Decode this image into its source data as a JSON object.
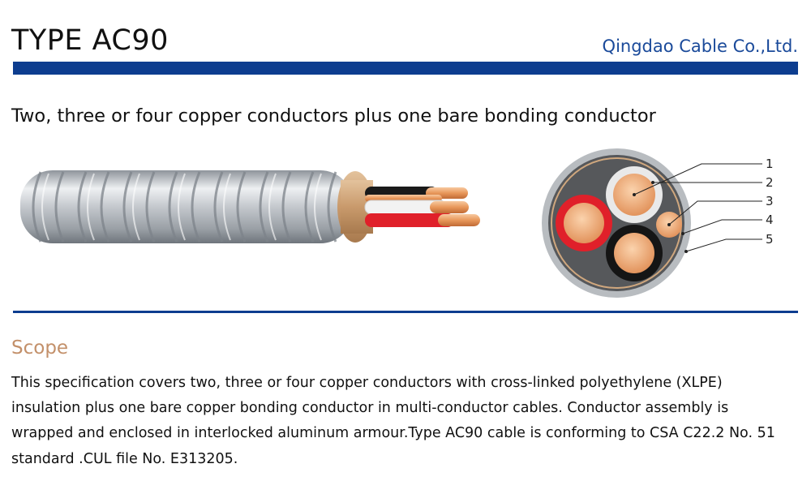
{
  "header": {
    "title": "TYPE AC90",
    "company": "Qingdao Cable Co.,Ltd."
  },
  "subtitle": "Two,  three or four copper conductors plus one bare bonding conductor",
  "diagram": {
    "labels": [
      "1",
      "2",
      "3",
      "4",
      "5"
    ],
    "colors": {
      "armour": "#c9ccd1",
      "tape": "#cfa77e",
      "copper": "#f2b27e",
      "red": "#e0202a",
      "black": "#1a1a1a",
      "white": "#f4f4f4",
      "brand_blue": "#0d3d8f"
    }
  },
  "scope": {
    "heading": "Scope",
    "lines": [
      "This specification covers two,  three or four copper conductors with cross-linked polyethylene (XLPE)",
      "insulation plus one bare copper bonding conductor in multi-conductor cables. Conductor assembly is",
      "wrapped and enclosed in interlocked aluminum armour.Type AC90 cable is conforming to CSA C22.2 No. 51",
      "standard .CUL file No. E313205."
    ]
  }
}
